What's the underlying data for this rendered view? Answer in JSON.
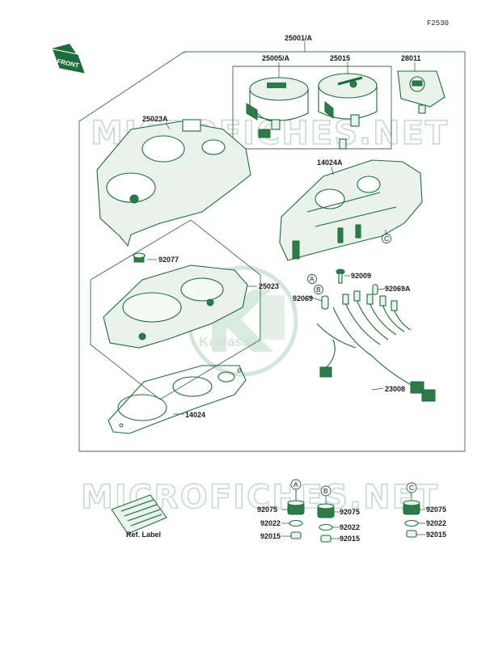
{
  "page_code": "F2530",
  "front_tag": "FRONT",
  "watermark": "MICROFICHES.NET",
  "logo_text": "Kawasaki",
  "parts": {
    "p25001a": "25001/A",
    "p25005a": "25005/A",
    "p25015": "25015",
    "p28011": "28011",
    "p25023a": "25023A",
    "p14024a": "14024A",
    "p92077": "92077",
    "p25023": "25023",
    "p92009": "92009",
    "p92069": "92069",
    "p92069a": "92069A",
    "p23008": "23008",
    "p14024": "14024"
  },
  "callouts": {
    "a": "A",
    "b": "B",
    "c": "C"
  },
  "ref_label": "Ref. Label",
  "kits": [
    {
      "mark": "A",
      "items": [
        "92075",
        "92022",
        "92015"
      ]
    },
    {
      "mark": "B",
      "items": [
        "92075",
        "92022",
        "92015"
      ]
    },
    {
      "mark": "C",
      "items": [
        "92075",
        "92022",
        "92015"
      ]
    }
  ]
}
